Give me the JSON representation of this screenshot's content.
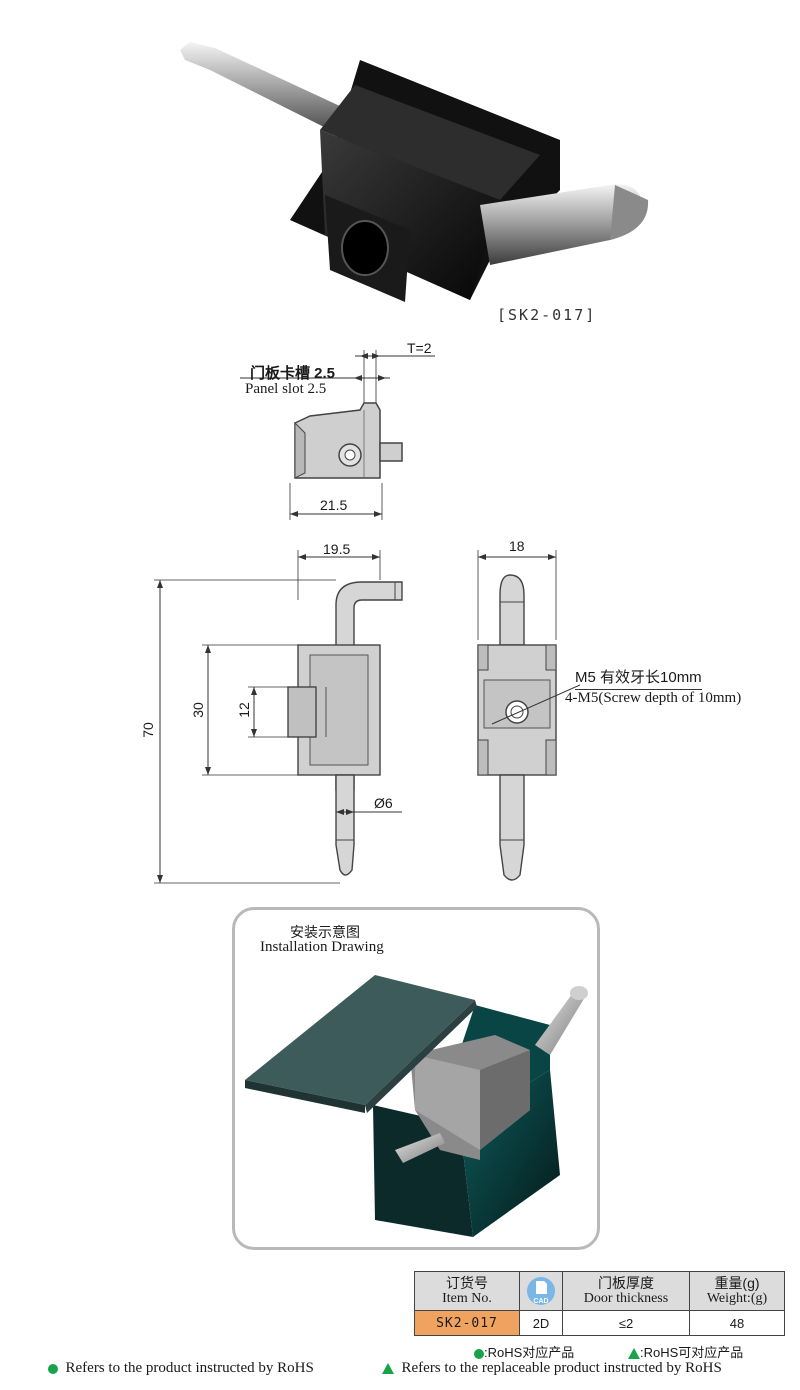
{
  "product_code_label": "[SK2-017]",
  "side_view": {
    "panel_slot_cn": "门板卡槽 2.5",
    "panel_slot_en": "Panel slot 2.5",
    "thickness": "T=2",
    "width": "21.5"
  },
  "front_view": {
    "width": "19.5",
    "height_total": "70",
    "height_body": "30",
    "height_slot": "12",
    "pin_diameter": "Ø6"
  },
  "rear_view": {
    "width": "18",
    "thread_cn": "M5 有效牙长10mm",
    "thread_en": "4-M5(Screw depth of 10mm)"
  },
  "installation": {
    "title_cn": "安装示意图",
    "title_en": "Installation Drawing"
  },
  "table": {
    "col1_cn": "订货号",
    "col1_en": "Item No.",
    "col2_badge": "CAD",
    "col3_cn": "门板厚度",
    "col3_en": "Door thickness",
    "col4_cn": "重量(g)",
    "col4_en": "Weight:(g)",
    "row": {
      "item_no": "SK2-017",
      "cad": "2D",
      "door_thickness": "≤2",
      "weight": "48"
    }
  },
  "legend": {
    "rohs_cn": ":RoHS对应产品",
    "rohs_replace_cn": ":RoHS可对应产品",
    "rohs_en": "Refers to the product instructed by RoHS",
    "rohs_replace_en": "Refers to the replaceable product instructed by RoHS"
  },
  "colors": {
    "accent_green": "#16a34a",
    "item_cell": "#f0a35e",
    "header_bg": "#dcdcdc",
    "teal_panel": "#3e5b5b"
  }
}
